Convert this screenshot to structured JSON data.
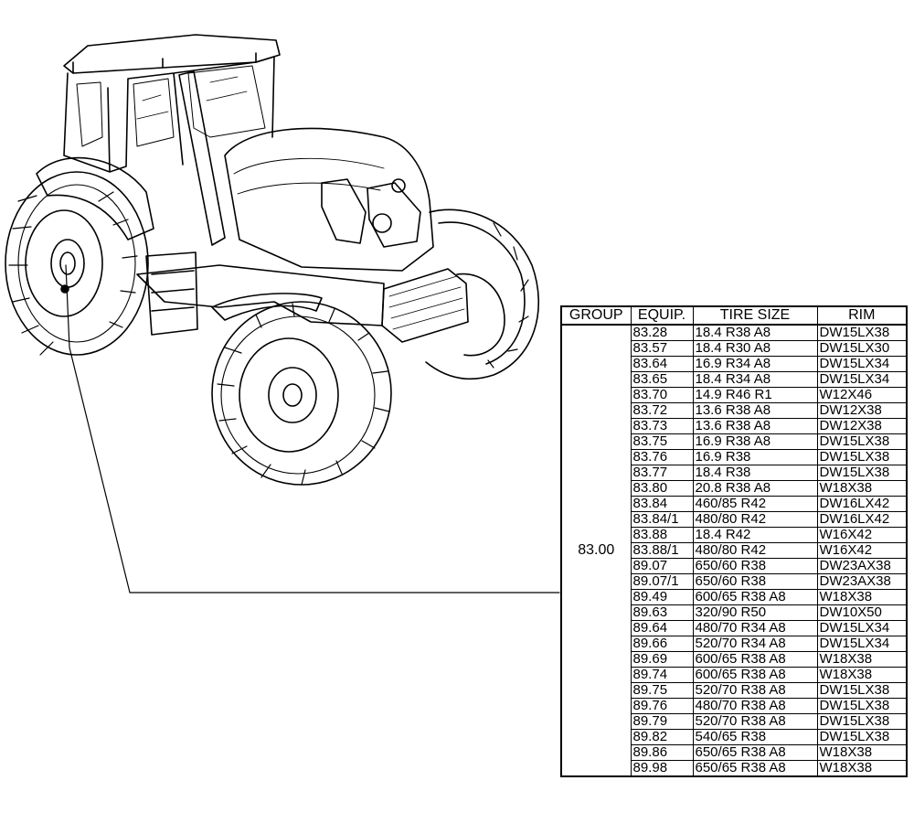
{
  "table": {
    "headers": [
      "GROUP",
      "EQUIP.",
      "TIRE SIZE",
      "RIM"
    ],
    "group": "83.00",
    "rows": [
      [
        "83.28",
        "18.4 R38 A8",
        "DW15LX38"
      ],
      [
        "83.57",
        "18.4 R30 A8",
        "DW15LX30"
      ],
      [
        "83.64",
        "16.9 R34 A8",
        "DW15LX34"
      ],
      [
        "83.65",
        "18.4 R34 A8",
        "DW15LX34"
      ],
      [
        "83.70",
        "14.9 R46 R1",
        "W12X46"
      ],
      [
        "83.72",
        "13.6 R38 A8",
        "DW12X38"
      ],
      [
        "83.73",
        "13.6 R38 A8",
        "DW12X38"
      ],
      [
        "83.75",
        "16.9 R38 A8",
        "DW15LX38"
      ],
      [
        "83.76",
        "16.9 R38",
        "DW15LX38"
      ],
      [
        "83.77",
        "18.4 R38",
        "DW15LX38"
      ],
      [
        "83.80",
        "20.8 R38 A8",
        "W18X38"
      ],
      [
        "83.84",
        "460/85 R42",
        "DW16LX42"
      ],
      [
        "83.84/1",
        "480/80 R42",
        "DW16LX42"
      ],
      [
        "83.88",
        "18.4 R42",
        "W16X42"
      ],
      [
        "83.88/1",
        "480/80 R42",
        "W16X42"
      ],
      [
        "89.07",
        "650/60 R38",
        "DW23AX38"
      ],
      [
        "89.07/1",
        "650/60 R38",
        "DW23AX38"
      ],
      [
        "89.49",
        "600/65 R38 A8",
        "W18X38"
      ],
      [
        "89.63",
        "320/90 R50",
        "DW10X50"
      ],
      [
        "89.64",
        "480/70 R34 A8",
        "DW15LX34"
      ],
      [
        "89.66",
        "520/70 R34 A8",
        "DW15LX34"
      ],
      [
        "89.69",
        "600/65 R38 A8",
        "W18X38"
      ],
      [
        "89.74",
        "600/65 R38 A8",
        "W18X38"
      ],
      [
        "89.75",
        "520/70 R38 A8",
        "DW15LX38"
      ],
      [
        "89.76",
        "480/70 R38 A8",
        "DW15LX38"
      ],
      [
        "89.79",
        "520/70 R38 A8",
        "DW15LX38"
      ],
      [
        "89.82",
        "540/65 R38",
        "DW15LX38"
      ],
      [
        "89.86",
        "650/65 R38 A8",
        "W18X38"
      ],
      [
        "89.98",
        "650/65 R38 A8",
        "W18X38"
      ]
    ]
  }
}
